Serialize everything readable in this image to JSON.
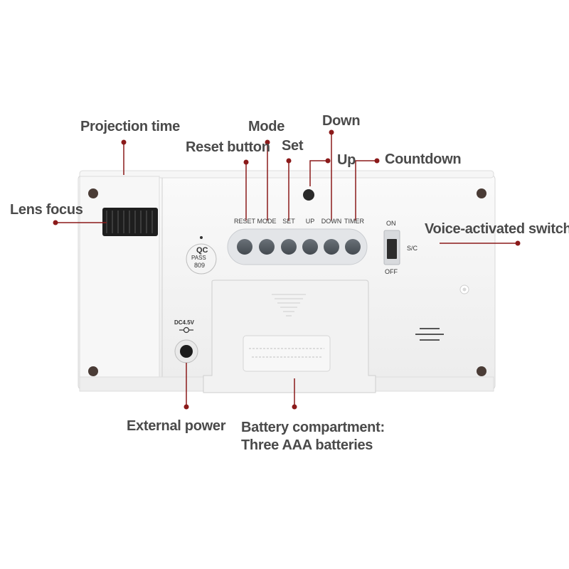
{
  "callouts": {
    "projection_time": "Projection time",
    "mode": "Mode",
    "down": "Down",
    "reset_button": "Reset button",
    "set": "Set",
    "up": "Up",
    "countdown": "Countdown",
    "lens_focus": "Lens focus",
    "voice_switch": "Voice-activated switch",
    "external_power": "External power",
    "battery_compartment": "Battery compartment:\nThree AAA batteries"
  },
  "device": {
    "button_labels": [
      "RESET",
      "MODE",
      "SET",
      "UP",
      "DOWN",
      "TIMER"
    ],
    "switch_on": "ON",
    "switch_sc": "S/C",
    "switch_off": "OFF",
    "dc_label": "DC4.5V",
    "qc_text": [
      "QC",
      "PASS",
      "809"
    ]
  },
  "colors": {
    "callout_text": "#4a4a4a",
    "leader_line": "#8b1a1a",
    "device_body": "#f2f2f2",
    "button_fill": "#5a6168"
  }
}
